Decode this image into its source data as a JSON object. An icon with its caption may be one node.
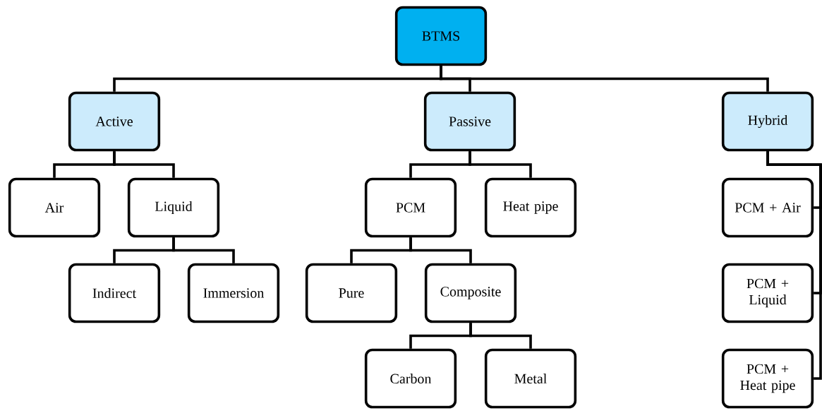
{
  "diagram": {
    "nodes": [
      {
        "text": [
          "BTMS"
        ]
      },
      {
        "text": [
          "Active"
        ]
      },
      {
        "text": [
          "Passive"
        ]
      },
      {
        "text": [
          "Hybrid"
        ]
      },
      {
        "text": [
          "Air"
        ]
      },
      {
        "text": [
          "Liquid"
        ]
      },
      {
        "text": [
          "Indirect"
        ]
      },
      {
        "text": [
          "Immersion"
        ]
      },
      {
        "text": [
          "PCM"
        ]
      },
      {
        "text": [
          "Heat pipe"
        ]
      },
      {
        "text": [
          "Pure"
        ]
      },
      {
        "text": [
          "Composite"
        ]
      },
      {
        "text": [
          "Carbon"
        ]
      },
      {
        "text": [
          "Metal"
        ]
      },
      {
        "text": [
          "PCM + Air"
        ]
      },
      {
        "text": [
          "PCM + Liquid"
        ]
      },
      {
        "text": [
          "PCM + Heat pipe"
        ]
      }
    ],
    "edges": [
      {
        "from": 0,
        "to": 1,
        "arrow": "none"
      },
      {
        "from": 0,
        "to": 2,
        "arrow": "none"
      },
      {
        "from": 0,
        "to": 3,
        "arrow": "none"
      },
      {
        "from": 1,
        "to": 4,
        "arrow": "none"
      },
      {
        "from": 1,
        "to": 5,
        "arrow": "none"
      },
      {
        "from": 5,
        "to": 6,
        "arrow": "none"
      },
      {
        "from": 5,
        "to": 7,
        "arrow": "none"
      },
      {
        "from": 2,
        "to": 8,
        "arrow": "none"
      },
      {
        "from": 2,
        "to": 9,
        "arrow": "none"
      },
      {
        "from": 8,
        "to": 10,
        "arrow": "none"
      },
      {
        "from": 8,
        "to": 11,
        "arrow": "none"
      },
      {
        "from": 11,
        "to": 12,
        "arrow": "none"
      },
      {
        "from": 11,
        "to": 13,
        "arrow": "none"
      },
      {
        "from": 3,
        "to": 14,
        "arrow": "none"
      },
      {
        "from": 3,
        "to": 15,
        "arrow": "none"
      },
      {
        "from": 3,
        "to": 16,
        "arrow": "none"
      }
    ]
  }
}
